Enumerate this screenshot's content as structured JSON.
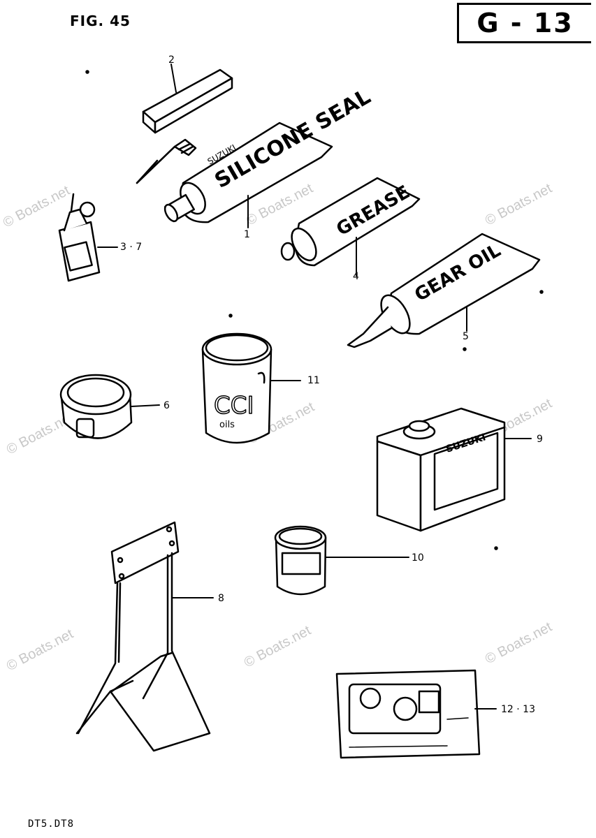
{
  "figure": "FIG. 45",
  "page_code": "G - 13",
  "model": "DT5.DT8",
  "watermark": "© Boats.net",
  "parts": {
    "p1": {
      "ref": "1",
      "print": "SILICONE SEAL",
      "brand": "SUZUKI"
    },
    "p2": {
      "ref": "2"
    },
    "p37": {
      "ref": "3 · 7"
    },
    "p4": {
      "ref": "4",
      "print": "GREASE"
    },
    "p5": {
      "ref": "5",
      "print": "GEAR OIL"
    },
    "p6": {
      "ref": "6"
    },
    "p8": {
      "ref": "8"
    },
    "p9": {
      "ref": "9",
      "print": "SUZUKI"
    },
    "p10": {
      "ref": "10"
    },
    "p11": {
      "ref": "11",
      "print": "CCI",
      "sub": "oils"
    },
    "p1213": {
      "ref": "12 · 13"
    }
  }
}
